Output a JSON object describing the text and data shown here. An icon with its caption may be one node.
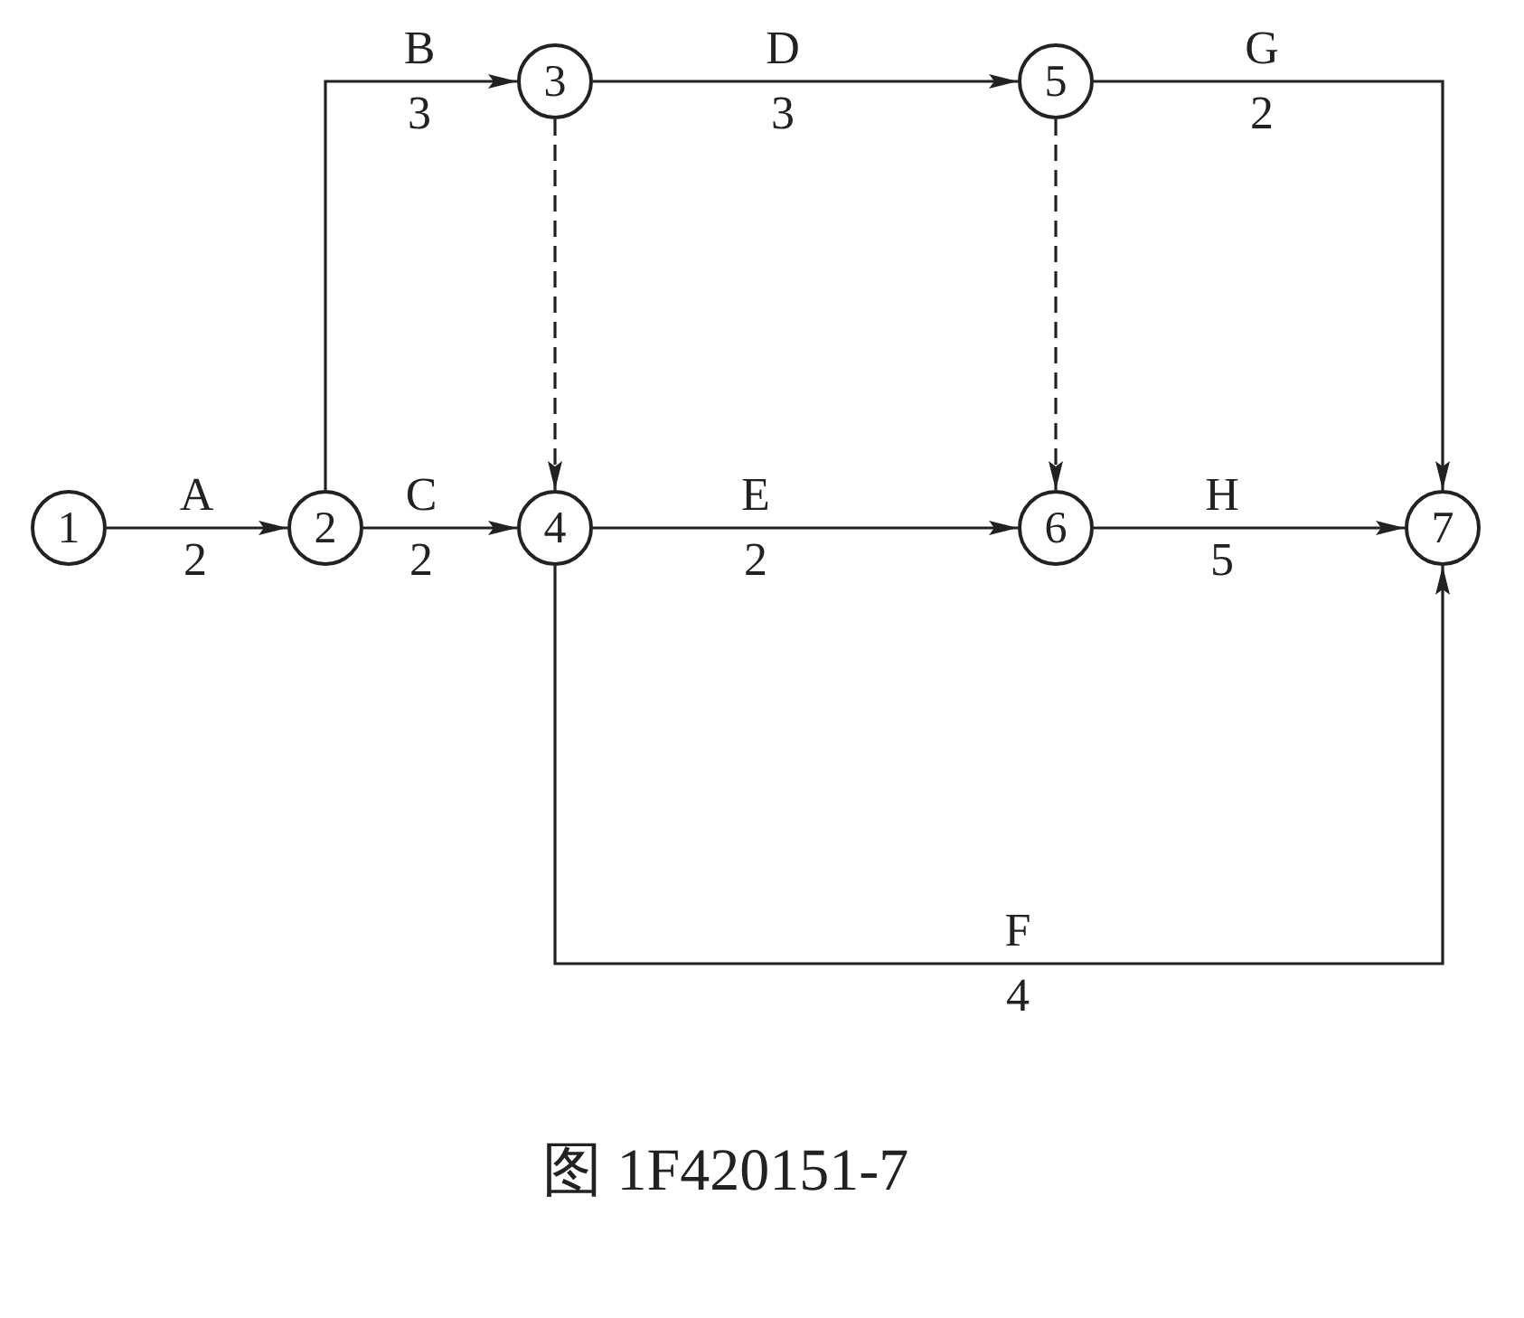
{
  "diagram": {
    "caption": "图 1F420151-7",
    "nodes": [
      {
        "text": [
          "1"
        ]
      },
      {
        "text": [
          "2"
        ]
      },
      {
        "text": [
          "3"
        ]
      },
      {
        "text": [
          "4"
        ]
      },
      {
        "text": [
          "5"
        ]
      },
      {
        "text": [
          "6"
        ]
      },
      {
        "text": [
          "7"
        ]
      }
    ],
    "edges": [
      {
        "from": 0,
        "to": 1,
        "arrow": "to",
        "label": "A 2"
      },
      {
        "from": 1,
        "to": 2,
        "arrow": "to",
        "label": "B 3"
      },
      {
        "from": 1,
        "to": 3,
        "arrow": "to",
        "label": "C 2"
      },
      {
        "from": 2,
        "to": 4,
        "arrow": "to",
        "label": "D 3"
      },
      {
        "from": 2,
        "to": 3,
        "arrow": "to",
        "style": "dashed"
      },
      {
        "from": 3,
        "to": 5,
        "arrow": "to",
        "label": "E 2"
      },
      {
        "from": 4,
        "to": 5,
        "arrow": "to",
        "style": "dashed"
      },
      {
        "from": 4,
        "to": 6,
        "arrow": "to",
        "label": "G 2"
      },
      {
        "from": 5,
        "to": 6,
        "arrow": "to",
        "label": "H 5"
      },
      {
        "from": 3,
        "to": 6,
        "arrow": "to",
        "label": "F 4"
      }
    ]
  }
}
